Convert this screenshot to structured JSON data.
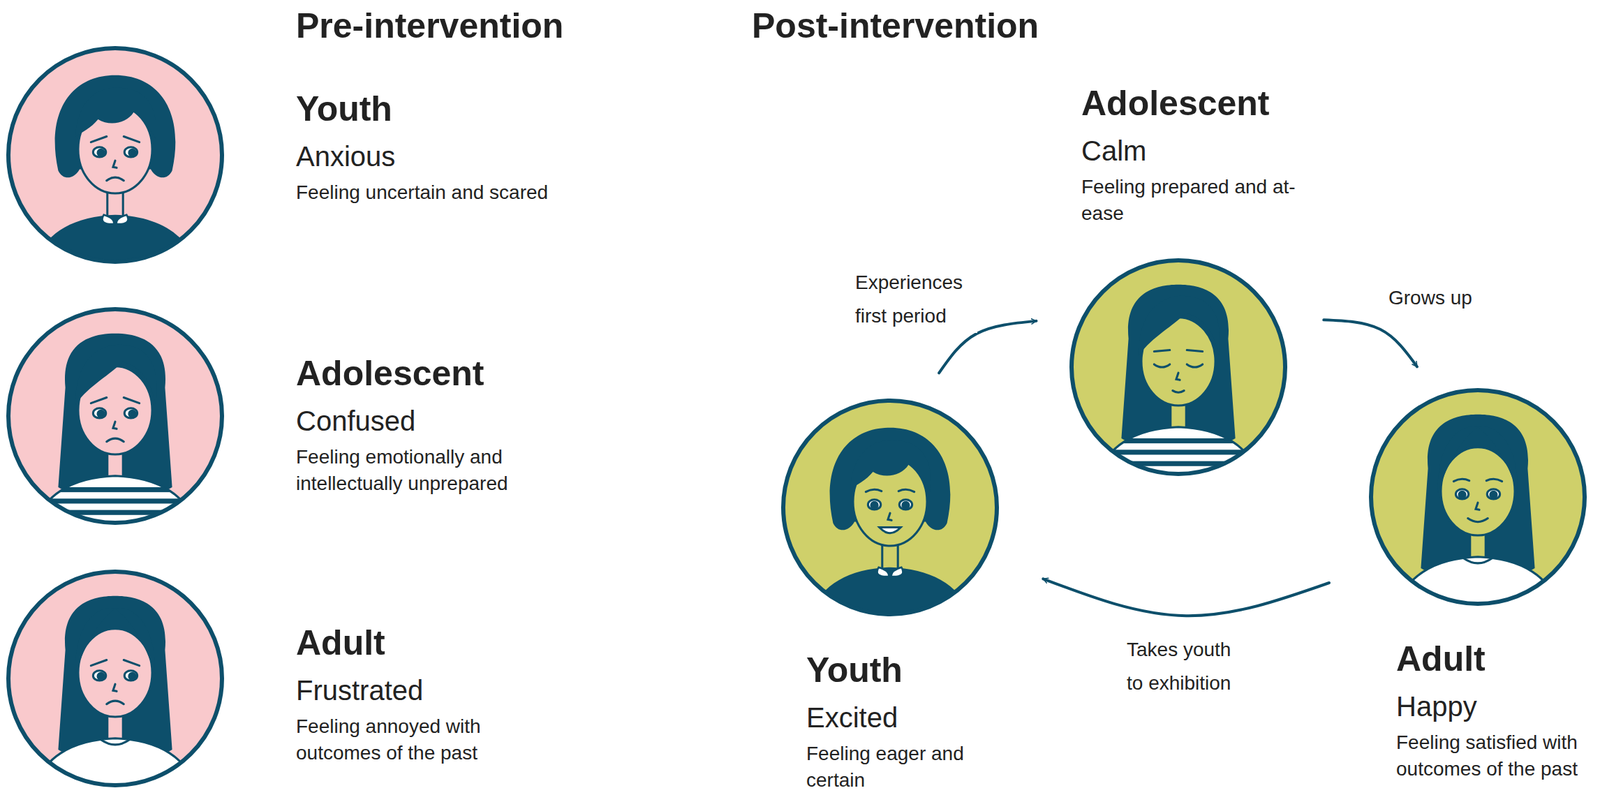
{
  "diagram": {
    "nodes": [
      {
        "text": [
          "Youth",
          "Anxious",
          "Feeling uncertain and scared"
        ]
      },
      {
        "text": [
          "Adolescent",
          "Confused",
          "Feeling emotionally and intellectually unprepared"
        ]
      },
      {
        "text": [
          "Adult",
          "Frustrated",
          "Feeling annoyed with outcomes of the past"
        ]
      },
      {
        "text": [
          "Adolescent",
          "Calm",
          "Feeling prepared and at-ease"
        ]
      },
      {
        "text": [
          "Youth",
          "Excited",
          "Feeling eager and certain"
        ]
      },
      {
        "text": [
          "Adult",
          "Happy",
          "Feeling satisfied with outcomes of the past"
        ]
      }
    ],
    "edges": [
      {
        "from": 4,
        "to": 3,
        "arrow": "to",
        "label": "Experiences first period"
      },
      {
        "from": 3,
        "to": 5,
        "arrow": "to",
        "label": "Grows up"
      },
      {
        "from": 5,
        "to": 4,
        "arrow": "to",
        "label": "Takes youth to exhibition"
      }
    ],
    "labels": [
      "Pre-intervention",
      "Post-intervention"
    ]
  }
}
